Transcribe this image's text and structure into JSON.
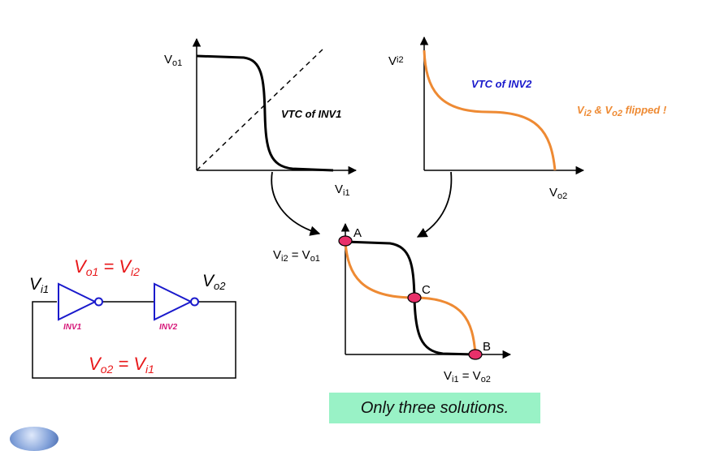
{
  "plot1": {
    "ylabel": "V",
    "ylabel_sub": "o1",
    "xlabel": "V",
    "xlabel_sub": "i1",
    "caption": "VTC of INV1"
  },
  "plot2": {
    "ylabel": "V",
    "ylabel_sub": "i2",
    "xlabel": "V",
    "xlabel_sub": "o2",
    "caption": "VTC of INV2",
    "note_pre": "V",
    "note_sub1": "i2",
    "note_mid": " & V",
    "note_sub2": "o2",
    "note_post": " flipped !"
  },
  "plot3": {
    "ylabel_a": "V",
    "ylabel_a_sub": "i2",
    "ylabel_eq": " = V",
    "ylabel_b_sub": "o1",
    "xlabel_a": "V",
    "xlabel_a_sub": "i1",
    "xlabel_eq": " = V",
    "xlabel_b_sub": "o2",
    "points": [
      "A",
      "B",
      "C"
    ]
  },
  "circuit": {
    "vin_label": "V",
    "vin_sub": "i1",
    "vout_label": "V",
    "vout_sub": "o2",
    "top_eq_a": "V",
    "top_eq_a_sub": "o1",
    "top_eq_op": " = V",
    "top_eq_b_sub": "i2",
    "bottom_eq_a": "V",
    "bottom_eq_a_sub": "o2",
    "bottom_eq_op": " = V",
    "bottom_eq_b_sub": "i1",
    "inv1_label": "INV1",
    "inv2_label": "INV2"
  },
  "summary": "Only three solutions.",
  "colors": {
    "vtc1": "#000000",
    "vtc2": "#ee8a33",
    "equation": "#e8181a",
    "inverter": "#1a1acc",
    "point_fill": "#e8306a",
    "summary_bg": "#99f2c6"
  }
}
